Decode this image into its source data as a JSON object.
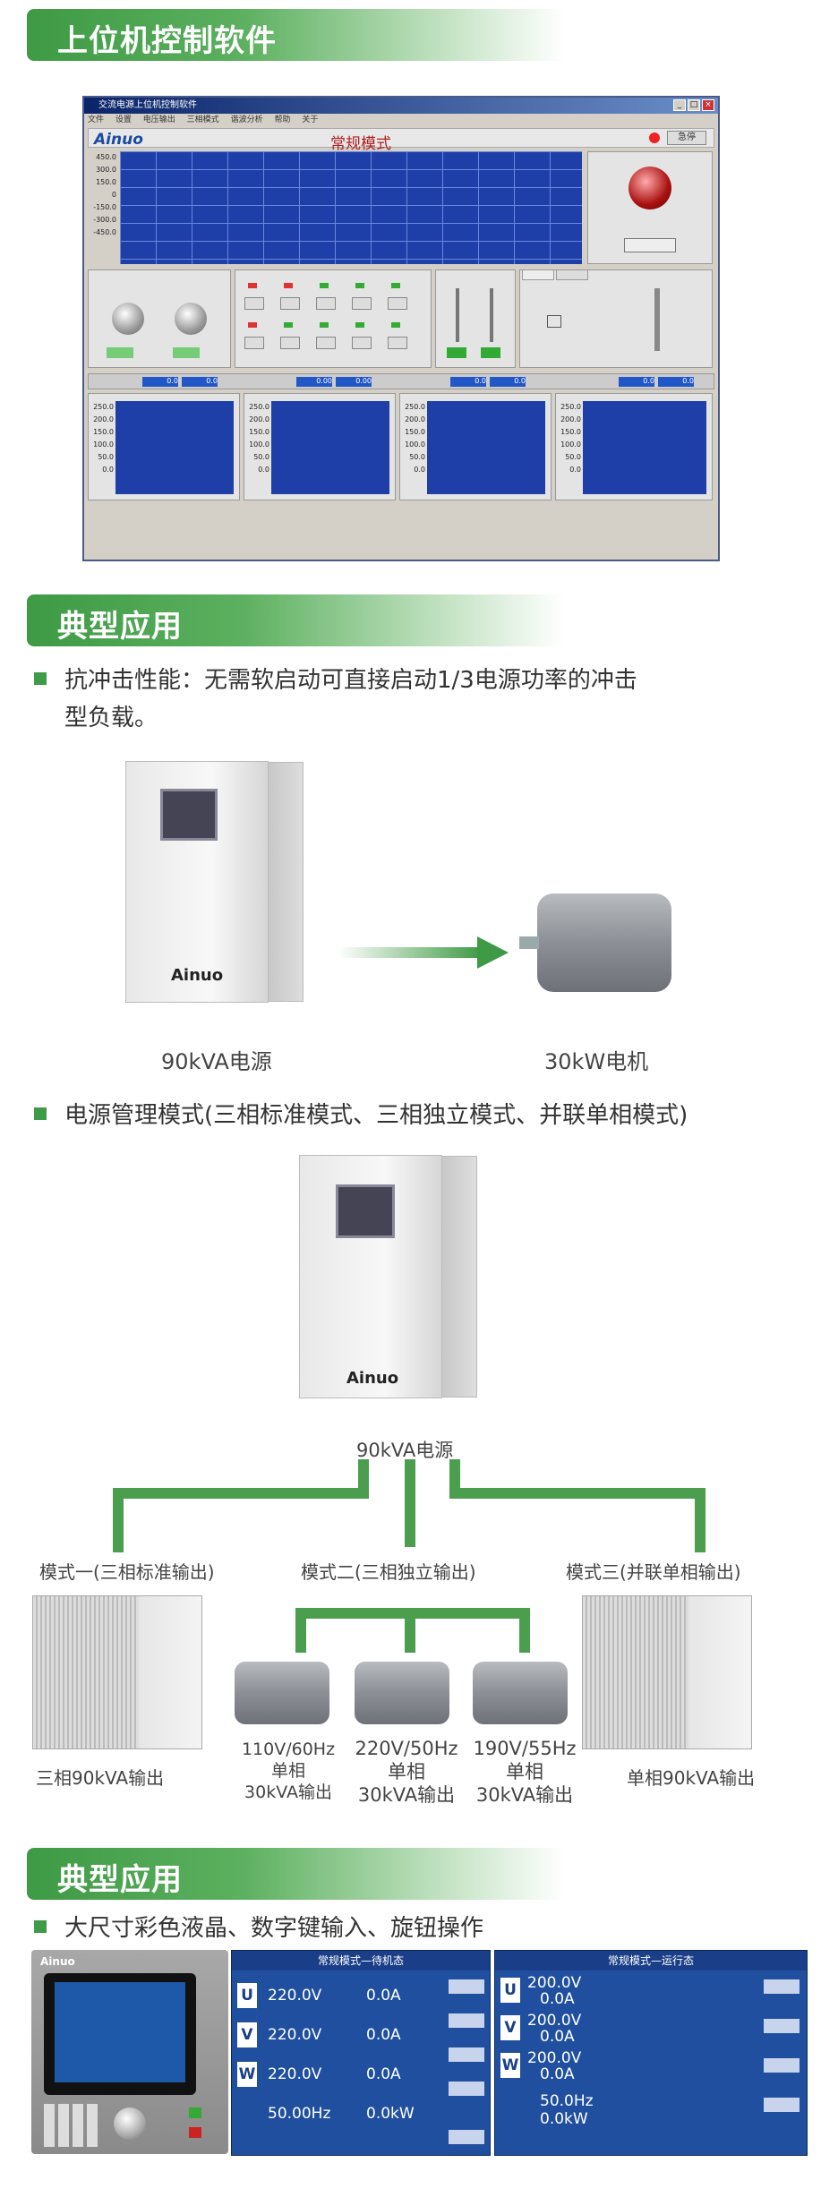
{
  "sections": {
    "s1_title": "上位机控制软件",
    "s2_title": "典型应用",
    "s3_title": "典型应用"
  },
  "software": {
    "window_title": "交流电源上位机控制软件",
    "menu": [
      "文件",
      "设置",
      "电压输出",
      "三相模式",
      "谐波分析",
      "帮助",
      "关于"
    ],
    "logo": "Ainuo",
    "mode": "常规模式",
    "stop_label": "急停",
    "y_ticks": [
      "450.0",
      "300.0",
      "150.0",
      "0",
      "-150.0",
      "-300.0",
      "-450.0"
    ],
    "mini_ticks": [
      "250.0",
      "200.0",
      "150.0",
      "100.0",
      "50.0",
      "0.0"
    ],
    "readouts": [
      "0.0",
      "0.0",
      "0.00",
      "0.00",
      "0.0",
      "0.0",
      "0.0",
      "0.0"
    ]
  },
  "app1": {
    "bullet": "抗冲击性能：无需软启动可直接启动1/3电源功率的冲击",
    "bullet_cont": "型负载。",
    "left_caption": "90kVA电源",
    "right_caption": "30kW电机",
    "brand": "Ainuo"
  },
  "app2": {
    "bullet": "电源管理模式(三相标准模式、三相独立模式、并联单相模式)",
    "source_caption": "90kVA电源",
    "brand": "Ainuo",
    "mode1": "模式一(三相标准输出)",
    "mode2": "模式二(三相独立输出)",
    "mode3": "模式三(并联单相输出)",
    "left_caption": "三相90kVA输出",
    "right_caption": "单相90kVA输出",
    "motors": [
      {
        "l1": "110V/60Hz",
        "l2": "单相",
        "l3": "30kVA输出"
      },
      {
        "l1": "220V/50Hz",
        "l2": "单相",
        "l3": "30kVA输出"
      },
      {
        "l1": "190V/55Hz",
        "l2": "单相",
        "l3": "30kVA输出"
      }
    ]
  },
  "app3": {
    "bullet": "大尺寸彩色液晶、数字键输入、旋钮操作",
    "device_brand": "Ainuo",
    "screen1": {
      "title": "常规模式—待机态",
      "rows": [
        {
          "phase": "U",
          "v": "220.0V",
          "a": "0.0A"
        },
        {
          "phase": "V",
          "v": "220.0V",
          "a": "0.0A"
        },
        {
          "phase": "W",
          "v": "220.0V",
          "a": "0.0A"
        }
      ],
      "freq": "50.00Hz",
      "power": "0.0kW"
    },
    "screen2": {
      "title": "常规模式—运行态",
      "rows": [
        {
          "phase": "U",
          "v": "200.0V",
          "a": "0.0A"
        },
        {
          "phase": "V",
          "v": "200.0V",
          "a": "0.0A"
        },
        {
          "phase": "W",
          "v": "200.0V",
          "a": "0.0A"
        }
      ],
      "freq": "50.0Hz",
      "power": "0.0kW"
    }
  },
  "colors": {
    "accent": "#3f9b47",
    "lcd_blue": "#1f4f9e"
  }
}
